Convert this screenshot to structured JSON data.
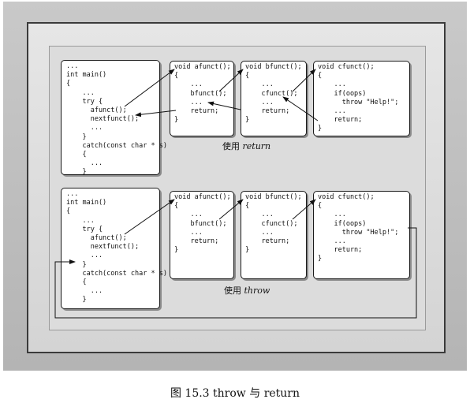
{
  "diagrams": {
    "top": {
      "main": [
        "...",
        "int main()",
        "{",
        "    ...",
        "    try {",
        "      afunct();",
        "      nextfunct();",
        "      ...",
        "    }",
        "    catch(const char * s)",
        "    {",
        "      ...",
        "    }"
      ],
      "afunct": [
        "void afunct();",
        "{",
        "    ...",
        "    bfunct();",
        "    ...",
        "    return;",
        "}"
      ],
      "bfunct": [
        "void bfunct();",
        "{",
        "    ...",
        "    cfunct();",
        "    ...",
        "    return;",
        "}"
      ],
      "cfunct": [
        "void cfunct();",
        "{",
        "    ...",
        "    if(oops)",
        "      throw \"Help!\";",
        "    ...",
        "    return;",
        "}"
      ],
      "caption_prefix": "使用",
      "caption_keyword": "return"
    },
    "bottom": {
      "main": [
        "...",
        "int main()",
        "{",
        "    ...",
        "    try {",
        "      afunct();",
        "      nextfunct();",
        "      ...",
        "    }",
        "    catch(const char * s)",
        "    {",
        "      ...",
        "    }"
      ],
      "afunct": [
        "void afunct();",
        "{",
        "    ...",
        "    bfunct();",
        "    ...",
        "    return;",
        "}"
      ],
      "bfunct": [
        "void bfunct();",
        "{",
        "    ...",
        "    cfunct();",
        "    ...",
        "    return;",
        "}"
      ],
      "cfunct": [
        "void cfunct();",
        "{",
        "    ...",
        "    if(oops)",
        "      throw \"Help!\";",
        "    ...",
        "    return;",
        "}"
      ],
      "caption_prefix": "使用",
      "caption_keyword": "throw"
    }
  },
  "figure_caption": "图 15.3    throw 与 return",
  "colors": {
    "arrow": "#111111",
    "box_border": "#1a1a1a",
    "background": "#c4c4c4"
  }
}
